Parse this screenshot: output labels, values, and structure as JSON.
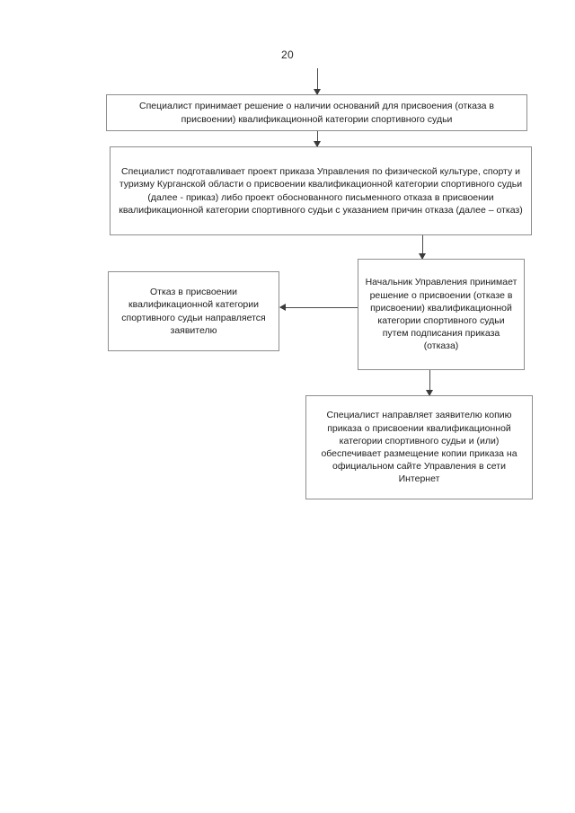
{
  "page": {
    "number": "20"
  },
  "flowchart": {
    "nodes": [
      {
        "id": "decision",
        "text": "Специалист принимает решение о наличии оснований для присвоения (отказа в присвоении) квалификационной категории спортивного судьи"
      },
      {
        "id": "draft-order",
        "text": "Специалист подготавливает проект приказа Управления по физической культуре, спорту и туризму Курганской области о присвоении квалификационной категории спортивного судьи (далее - приказ) либо проект обоснованного письменного отказа в присвоении квалификационной категории спортивного судьи с указанием причин отказа (далее – отказ)"
      },
      {
        "id": "refusal-sent",
        "text": "Отказ в присвоении квалификационной категории спортивного судьи направляется заявителю"
      },
      {
        "id": "head-decision",
        "text": "Начальник Управления принимает решение о присвоении (отказе в присвоении) квалификационной категории спортивного судьи путем подписания приказа (отказа)"
      },
      {
        "id": "specialist-send",
        "text": "Специалист направляет заявителю копию приказа о присвоении квалификационной категории спортивного судьи и (или) обеспечивает размещение копии приказа на официальном сайте Управления в сети Интернет"
      }
    ],
    "connectors": [
      {
        "id": "into-decision",
        "from": "page-top",
        "to": "decision",
        "direction": "down"
      },
      {
        "id": "decision-to-draft",
        "from": "decision",
        "to": "draft-order",
        "direction": "down"
      },
      {
        "id": "draft-to-head",
        "from": "draft-order",
        "to": "head-decision",
        "direction": "down"
      },
      {
        "id": "head-to-refusal",
        "from": "head-decision",
        "to": "refusal-sent",
        "direction": "left"
      },
      {
        "id": "head-to-specialist-send",
        "from": "head-decision",
        "to": "specialist-send",
        "direction": "down"
      }
    ]
  },
  "colors": {
    "box_border": "#8d8d8d",
    "connector": "#4a4a4a",
    "text": "#1c1c1c",
    "background": "#ffffff"
  }
}
